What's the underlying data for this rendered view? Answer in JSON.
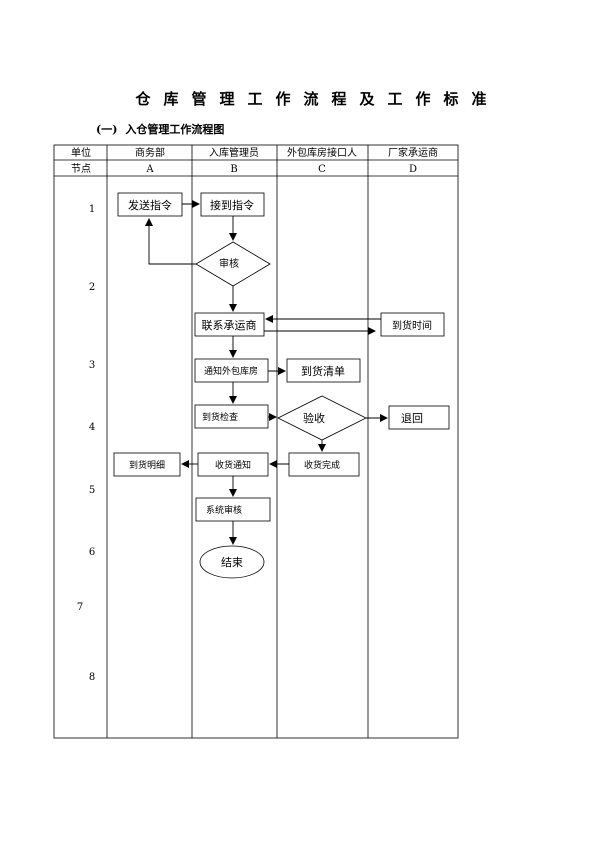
{
  "doc": {
    "title": "仓库管理工作流程及工作标准",
    "section_no": "(一)",
    "section_title": "入仓管理工作流程图"
  },
  "table": {
    "headers": [
      "单位",
      "商务部",
      "入库管理员",
      "外包库房接口人",
      "厂家承运商"
    ],
    "codes": [
      "节点",
      "A",
      "B",
      "C",
      "D"
    ],
    "nodes": [
      "1",
      "2",
      "3",
      "4",
      "5",
      "6",
      "7",
      "8"
    ]
  },
  "boxes": {
    "send_order": "发送指令",
    "receive_order": "接到指令",
    "review": "审核",
    "contact_carrier": "联系承运商",
    "arrival_time": "到货时间",
    "notify_warehouse": "通知外包库房",
    "arrival_list": "到货清单",
    "arrival_check": "到货检查",
    "inspect": "验收",
    "return": "退回",
    "arrival_detail": "到货明细",
    "receipt_notice": "收货通知",
    "receipt_done": "收货完成",
    "system_review": "系统审核",
    "end": "结束"
  }
}
